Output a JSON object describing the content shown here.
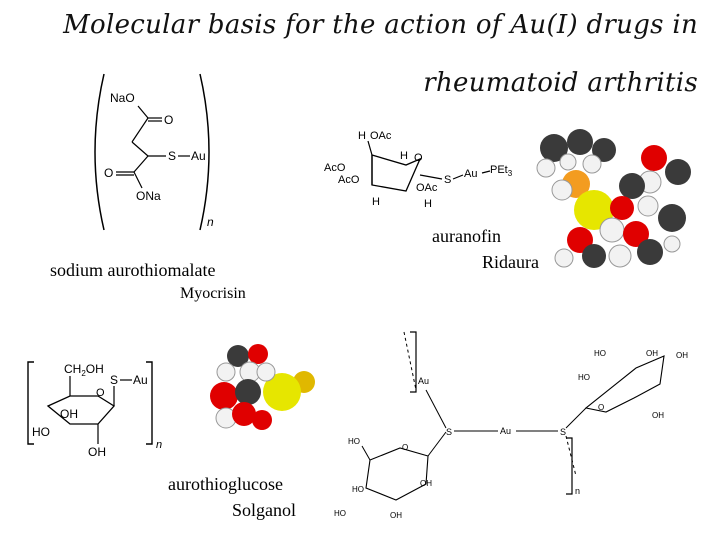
{
  "title": {
    "line1": "Molecular basis for the action of Au(I) drugs in",
    "line2": "rheumatoid arthritis"
  },
  "drugs": {
    "aurothiomalate": {
      "name": "sodium  aurothiomalate",
      "brand": "Myocrisin"
    },
    "auranofin": {
      "name": "auranofin",
      "brand": "Ridaura"
    },
    "aurothioglucose": {
      "name": "aurothioglucose",
      "brand": "Solganol"
    }
  },
  "structure_labels": {
    "naO": "NaO",
    "o": "O",
    "s": "S",
    "au": "Au",
    "ona": "ONa",
    "n": "n",
    "oac": "OAc",
    "aco": "AcO",
    "h": "H",
    "pet3": "PEt",
    "three": "3",
    "ch2oh": "CH",
    "two": "2",
    "oh_suffix": "OH",
    "oh": "OH",
    "ho": "HO"
  },
  "colors": {
    "carbon": "#3a3a3a",
    "oxygen": "#e00000",
    "sulfur": "#e6e600",
    "hydrogen": "#f2f2f2",
    "phosphorus": "#f39c20",
    "gold": "#e0b800"
  }
}
